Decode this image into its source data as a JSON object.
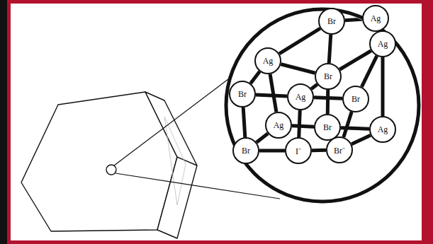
{
  "diagram": {
    "nodes": [
      {
        "text": [
          "Br"
        ]
      },
      {
        "text": [
          "Ag"
        ]
      },
      {
        "text": [
          "Ag"
        ]
      },
      {
        "text": [
          "Br"
        ]
      },
      {
        "text": [
          "Ag"
        ]
      },
      {
        "text": [
          "Br"
        ]
      },
      {
        "text": [
          "Ag"
        ]
      },
      {
        "text": [
          "Br"
        ]
      },
      {
        "text": [
          "Ag"
        ]
      },
      {
        "text": [
          "Br"
        ]
      },
      {
        "text": [
          "Ag"
        ]
      },
      {
        "text": [
          "Br"
        ]
      },
      {
        "text": [
          "I⁻"
        ]
      },
      {
        "text": [
          "Br⁻"
        ]
      }
    ],
    "edges": [
      {
        "from": 0,
        "to": 1,
        "arrow": "none"
      },
      {
        "from": 0,
        "to": 2,
        "arrow": "none"
      },
      {
        "from": 0,
        "to": 3,
        "arrow": "none"
      },
      {
        "from": 1,
        "to": 4,
        "arrow": "none"
      },
      {
        "from": 2,
        "to": 3,
        "arrow": "none"
      },
      {
        "from": 3,
        "to": 4,
        "arrow": "none"
      },
      {
        "from": 2,
        "to": 5,
        "arrow": "none"
      },
      {
        "from": 3,
        "to": 6,
        "arrow": "none"
      },
      {
        "from": 4,
        "to": 7,
        "arrow": "none"
      },
      {
        "from": 5,
        "to": 6,
        "arrow": "none"
      },
      {
        "from": 6,
        "to": 7,
        "arrow": "none"
      },
      {
        "from": 2,
        "to": 8,
        "arrow": "none"
      },
      {
        "from": 3,
        "to": 9,
        "arrow": "none"
      },
      {
        "from": 4,
        "to": 10,
        "arrow": "none"
      },
      {
        "from": 8,
        "to": 9,
        "arrow": "none"
      },
      {
        "from": 9,
        "to": 10,
        "arrow": "none"
      },
      {
        "from": 5,
        "to": 11,
        "arrow": "none"
      },
      {
        "from": 6,
        "to": 12,
        "arrow": "none"
      },
      {
        "from": 7,
        "to": 13,
        "arrow": "none"
      },
      {
        "from": 11,
        "to": 12,
        "arrow": "none"
      },
      {
        "from": 12,
        "to": 13,
        "arrow": "none"
      },
      {
        "from": 8,
        "to": 11,
        "arrow": "none"
      },
      {
        "from": 10,
        "to": 13,
        "arrow": "none"
      }
    ]
  }
}
